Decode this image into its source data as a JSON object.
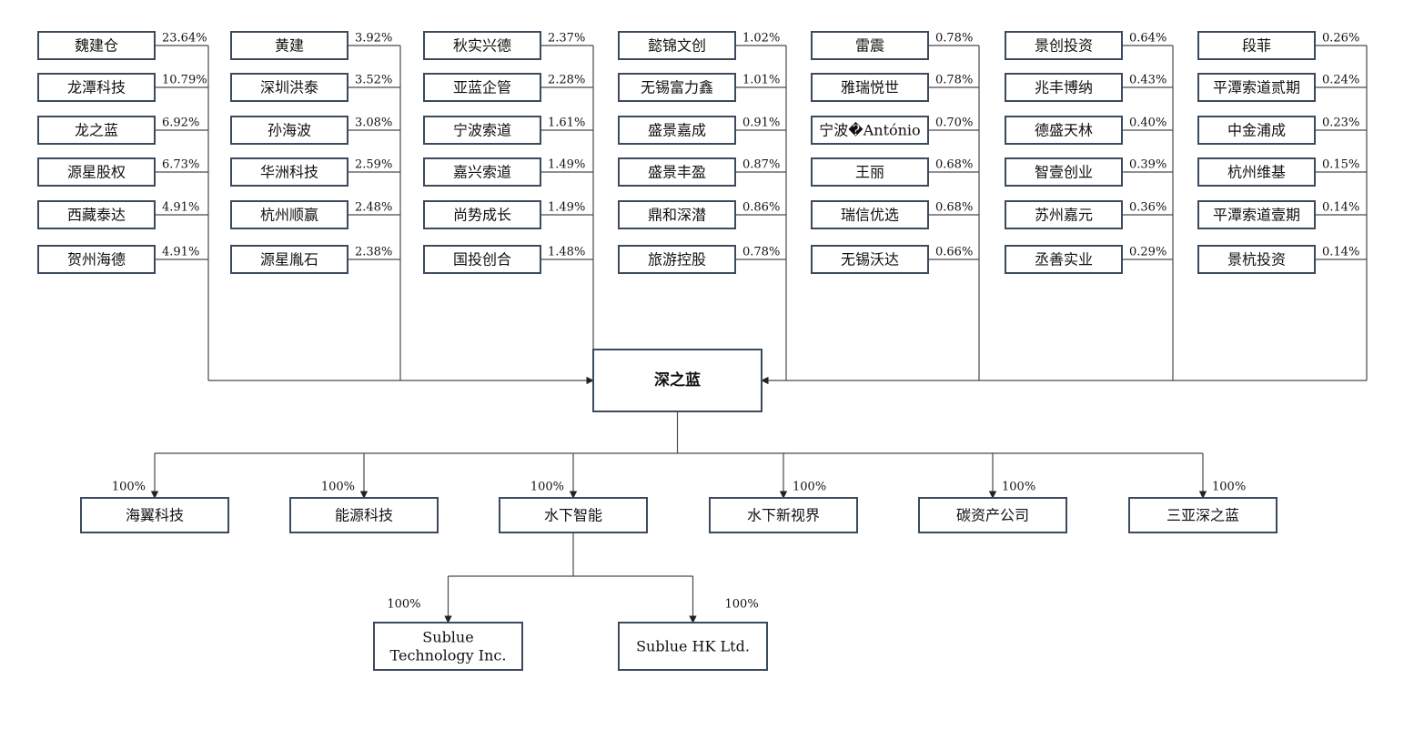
{
  "center": "深之蓝",
  "shareholders": [
    [
      {
        "name": "魏建仓",
        "pct": "23.64%"
      },
      {
        "name": "龙潭科技",
        "pct": "10.79%"
      },
      {
        "name": "龙之蓝",
        "pct": "6.92%"
      },
      {
        "name": "源星股权",
        "pct": "6.73%"
      },
      {
        "name": "西藏泰达",
        "pct": "4.91%"
      },
      {
        "name": "贺州海德",
        "pct": "4.91%"
      }
    ],
    [
      {
        "name": "黄建",
        "pct": "3.92%"
      },
      {
        "name": "深圳洪泰",
        "pct": "3.52%"
      },
      {
        "name": "孙海波",
        "pct": "3.08%"
      },
      {
        "name": "华洲科技",
        "pct": "2.59%"
      },
      {
        "name": "杭州顺赢",
        "pct": "2.48%"
      },
      {
        "name": "源星胤石",
        "pct": "2.38%"
      }
    ],
    [
      {
        "name": "秋实兴德",
        "pct": "2.37%"
      },
      {
        "name": "亚蓝企管",
        "pct": "2.28%"
      },
      {
        "name": "宁波索道",
        "pct": "1.61%"
      },
      {
        "name": "嘉兴索道",
        "pct": "1.49%"
      },
      {
        "name": "尚势成长",
        "pct": "1.49%"
      },
      {
        "name": "国投创合",
        "pct": "1.48%"
      }
    ],
    [
      {
        "name": "懿锦文创",
        "pct": "1.02%"
      },
      {
        "name": "无锡富力鑫",
        "pct": "1.01%"
      },
      {
        "name": "盛景嘉成",
        "pct": "0.91%"
      },
      {
        "name": "盛景丰盈",
        "pct": "0.87%"
      },
      {
        "name": "鼎和深潜",
        "pct": "0.86%"
      },
      {
        "name": "旅游控股",
        "pct": "0.78%"
      }
    ],
    [
      {
        "name": "雷震",
        "pct": "0.78%"
      },
      {
        "name": "雅瑞悦世",
        "pct": "0.78%"
      },
      {
        "name": "宁波�António",
        "pct": "0.70%"
      },
      {
        "name": "王丽",
        "pct": "0.68%"
      },
      {
        "name": "瑞信优选",
        "pct": "0.68%"
      },
      {
        "name": "无锡沃达",
        "pct": "0.66%"
      }
    ],
    [
      {
        "name": "景创投资",
        "pct": "0.64%"
      },
      {
        "name": "兆丰博纳",
        "pct": "0.43%"
      },
      {
        "name": "德盛天林",
        "pct": "0.40%"
      },
      {
        "name": "智壹创业",
        "pct": "0.39%"
      },
      {
        "name": "苏州嘉元",
        "pct": "0.36%"
      },
      {
        "name": "丞善实业",
        "pct": "0.29%"
      }
    ],
    [
      {
        "name": "段菲",
        "pct": "0.26%"
      },
      {
        "name": "平潭索道贰期",
        "pct": "0.24%"
      },
      {
        "name": "中金浦成",
        "pct": "0.23%"
      },
      {
        "name": "杭州维基",
        "pct": "0.15%"
      },
      {
        "name": "平潭索道壹期",
        "pct": "0.14%"
      },
      {
        "name": "景杭投资",
        "pct": "0.14%"
      }
    ]
  ],
  "subsidiaries": [
    {
      "name": "海翼科技",
      "pct": "100%"
    },
    {
      "name": "能源科技",
      "pct": "100%"
    },
    {
      "name": "水下智能",
      "pct": "100%"
    },
    {
      "name": "水下新视界",
      "pct": "100%"
    },
    {
      "name": "碳资产公司",
      "pct": "100%"
    },
    {
      "name": "三亚深之蓝",
      "pct": "100%"
    }
  ],
  "sub_subsidiaries": [
    {
      "name_lines": [
        "Sublue",
        "Technology Inc."
      ],
      "pct": "100%"
    },
    {
      "name_lines": [
        "Sublue HK Ltd."
      ],
      "pct": "100%"
    }
  ]
}
